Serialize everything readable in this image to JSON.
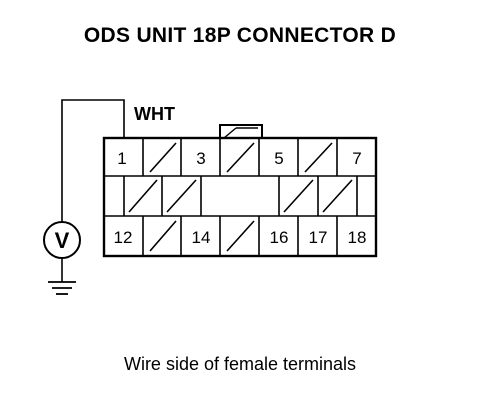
{
  "title": "ODS UNIT 18P CONNECTOR D",
  "wire_color": "WHT",
  "meter_symbol": "V",
  "caption": "Wire side of female terminals",
  "connector": {
    "rows": [
      [
        "1",
        "",
        "3",
        "",
        "5",
        "",
        "7"
      ],
      [
        "",
        "",
        "",
        "",
        "",
        "",
        "",
        ""
      ],
      [
        "12",
        "",
        "14",
        "",
        "16",
        "17",
        "18"
      ]
    ]
  }
}
